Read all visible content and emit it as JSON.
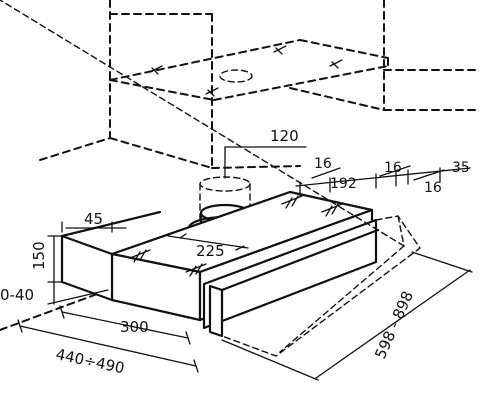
{
  "dimensions": {
    "duct_diameter": "120",
    "left_offset": "45",
    "height": "150",
    "gap": "0-40",
    "depth": "300",
    "outlet": "225",
    "total_depth": "440÷490",
    "width_range": "598 - 898",
    "bracket_a": "16",
    "bracket_b": "192",
    "bracket_c": "16",
    "bracket_d": "16",
    "edge_offset": "35"
  }
}
